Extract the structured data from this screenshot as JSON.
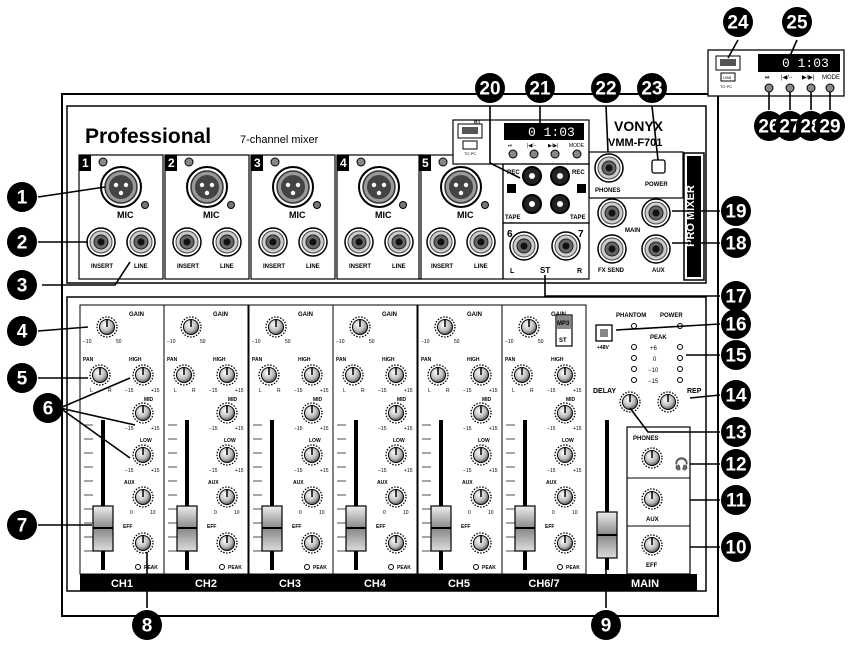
{
  "brand_title": "Professional",
  "brand_subtitle": "7-channel mixer",
  "logo": "VONYX",
  "model": "VMM-F701",
  "side_label": "PRO MIXER",
  "channel_numbers": [
    "1",
    "2",
    "3",
    "4",
    "5"
  ],
  "input_labels": {
    "mic": "MIC",
    "insert": "INSERT",
    "line": "LINE"
  },
  "channel_names": [
    "CH1",
    "CH2",
    "CH3",
    "CH4",
    "CH5",
    "CH6/7",
    "MAIN"
  ],
  "knob_labels": {
    "gain": "GAIN",
    "pan": "PAN",
    "high": "HIGH",
    "mid": "MID",
    "low": "LOW",
    "aux": "AUX",
    "eff": "EFF",
    "peak": "PEAK",
    "gain_min": "−10",
    "gain_max": "50",
    "pan_l": "L",
    "pan_r": "R",
    "eq_min": "−15",
    "eq_max": "+15",
    "min0": "0",
    "max10": "10"
  },
  "mp3_button": {
    "top": "MP3",
    "bottom": "ST"
  },
  "mp3_player": {
    "usb_label": "USB",
    "to_pc": "TO PC",
    "bt": "BT",
    "display": "0 1:03",
    "buttons": [
      "⏯",
      "|◀/−",
      "▶/▶|",
      "MODE"
    ]
  },
  "io_labels": {
    "rec": "REC",
    "tape": "TAPE",
    "r": "R",
    "l": "L",
    "phones": "PHONES",
    "power": "POWER",
    "main": "MAIN",
    "fx_send": "FX SEND",
    "aux": "AUX",
    "ch6": "6",
    "ch7": "7",
    "st": "ST"
  },
  "main_section": {
    "phantom": "PHANTOM",
    "power": "POWER",
    "plus48": "+48V",
    "peak": "PEAK",
    "meter": [
      "+6",
      "0",
      "−10",
      "−15"
    ],
    "delay": "DELAY",
    "rep": "REP",
    "phones": "PHONES",
    "aux": "AUX",
    "eff": "EFF"
  },
  "callouts": [
    "1",
    "2",
    "3",
    "4",
    "5",
    "6",
    "7",
    "8",
    "9",
    "10",
    "11",
    "12",
    "13",
    "14",
    "15",
    "16",
    "17",
    "18",
    "19",
    "20",
    "21",
    "22",
    "23",
    "24",
    "25",
    "26",
    "27",
    "28",
    "29"
  ]
}
